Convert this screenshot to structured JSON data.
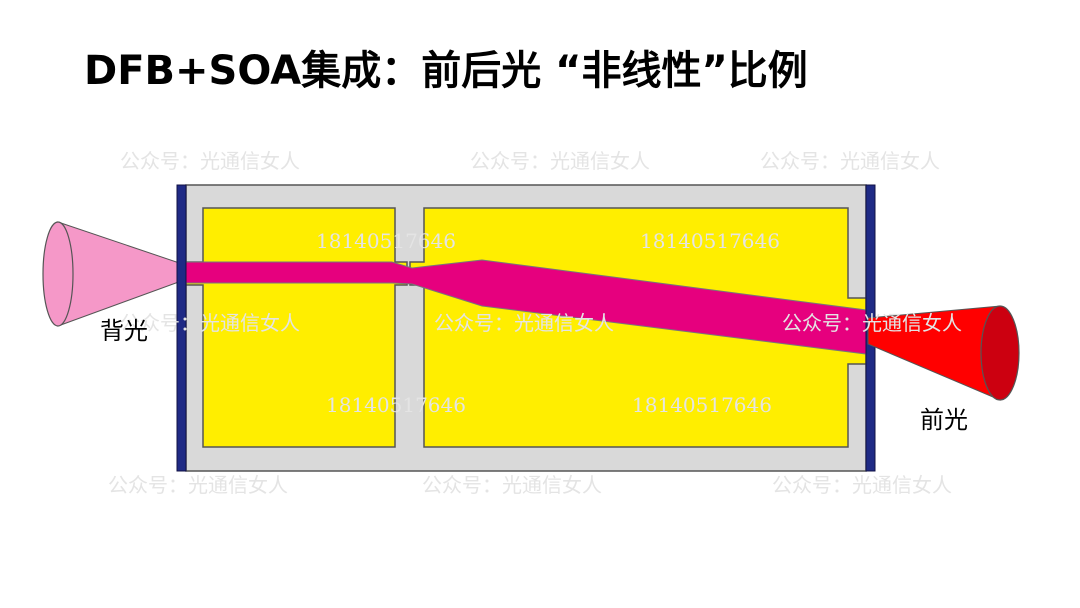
{
  "title": "DFB+SOA集成：前后光 “非线性”比例",
  "labels": {
    "back_light": "背光",
    "front_light": "前光"
  },
  "watermarks": {
    "account": "公众号：光通信女人",
    "phone": "18140517646"
  },
  "colors": {
    "chip_bg": "#d9d9d9",
    "section_fill": "#ffee00",
    "facet": "#1f2a85",
    "waveguide": "#e6007e",
    "back_cone": "#f598c8",
    "front_cone": "#ff0000"
  }
}
